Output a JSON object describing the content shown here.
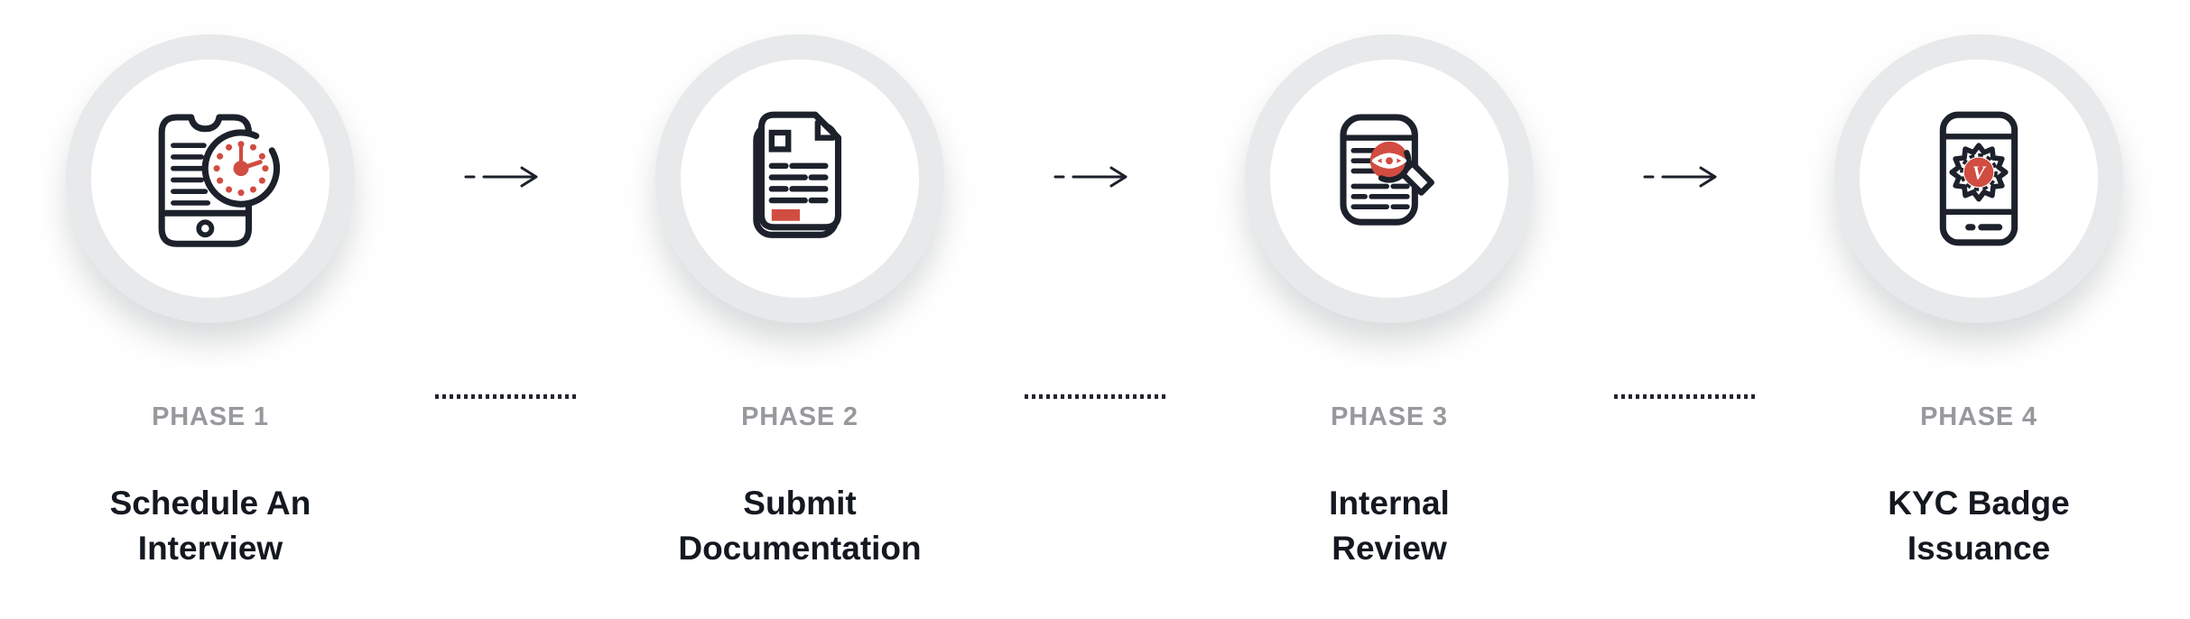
{
  "diagram": {
    "kind": "process-flow",
    "colors": {
      "accent_red": "#d14c41",
      "line_dark": "#1c212b",
      "ring_gray": "#e8e9ea",
      "eyebrow_gray": "#97999d",
      "title_dark": "#141820"
    },
    "phases": [
      {
        "eyebrow": "PHASE 1",
        "title_line1": "Schedule An",
        "title_line2": "Interview",
        "icon": "phone-clock-icon"
      },
      {
        "eyebrow": "PHASE 2",
        "title_line1": "Submit",
        "title_line2": "Documentation",
        "icon": "document-stack-icon"
      },
      {
        "eyebrow": "PHASE 3",
        "title_line1": "Internal",
        "title_line2": "Review",
        "icon": "document-search-eye-icon"
      },
      {
        "eyebrow": "PHASE 4",
        "title_line1": "KYC Badge",
        "title_line2": "Issuance",
        "icon": "verified-badge-tablet-icon"
      }
    ],
    "badge_letter": "V"
  }
}
